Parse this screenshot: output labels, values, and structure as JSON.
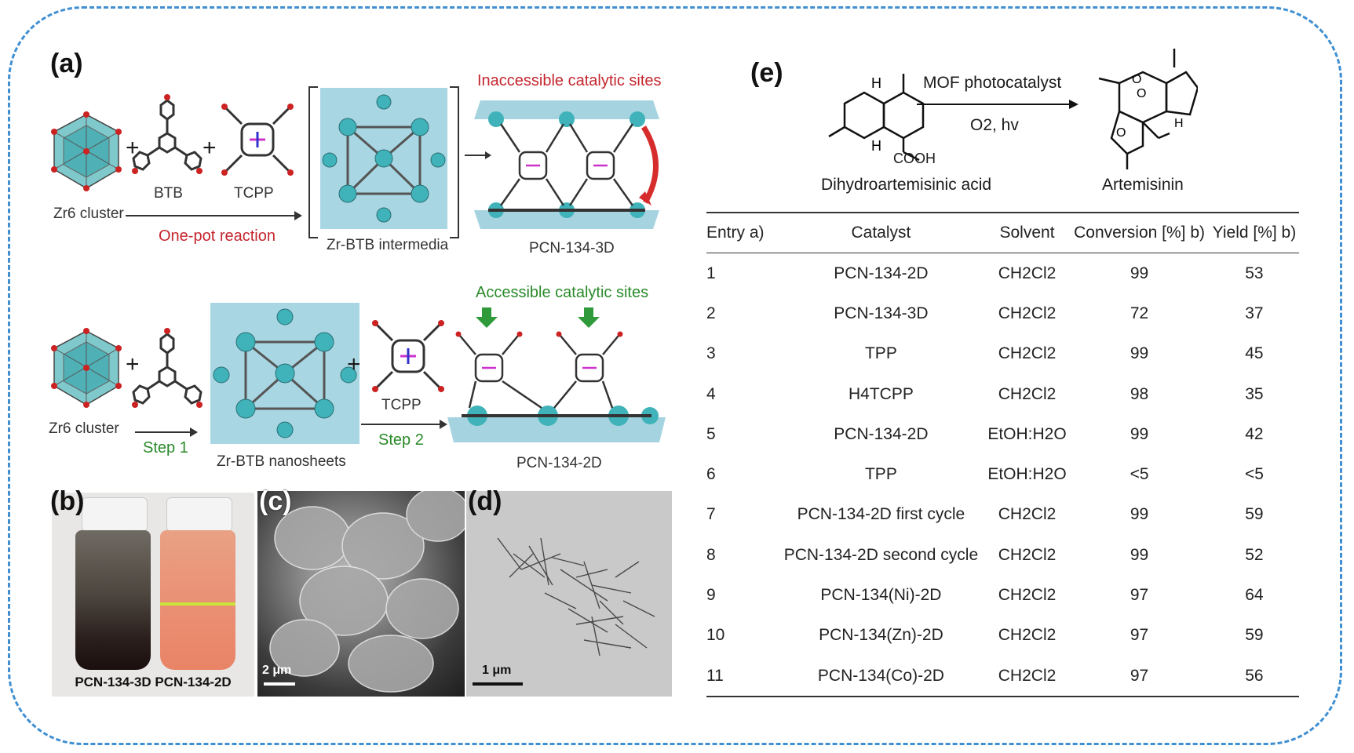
{
  "panel_a": {
    "label": "(a)",
    "row1": {
      "cluster": "Zr6 cluster",
      "btb": "BTB",
      "tcpp": "TCPP",
      "reaction": "One-pot reaction",
      "intermediate": "Zr-BTB intermedia",
      "sites": "Inaccessible catalytic sites",
      "product": "PCN-134-3D"
    },
    "row2": {
      "cluster": "Zr6 cluster",
      "step1": "Step 1",
      "nanosheets": "Zr-BTB nanosheets",
      "tcpp": "TCPP",
      "step2": "Step 2",
      "sites": "Accessible catalytic sites",
      "product": "PCN-134-2D"
    }
  },
  "panel_b": {
    "label": "(b)",
    "caption_3d": "PCN-134-3D",
    "caption_2d": "PCN-134-2D"
  },
  "panel_c": {
    "label": "(c)",
    "scale": "2 μm"
  },
  "panel_d": {
    "label": "(d)",
    "scale": "1 μm"
  },
  "panel_e": {
    "label": "(e)",
    "reactant": "Dihydroartemisinic acid",
    "product": "Artemisinin",
    "reagent_top": "MOF photocatalyst",
    "reagent_bottom": "O2, hv",
    "cooh": "COOH",
    "table": {
      "headers": [
        "Entry a)",
        "Catalyst",
        "Solvent",
        "Conversion [%] b)",
        "Yield [%] b)"
      ],
      "rows": [
        [
          "1",
          "PCN-134-2D",
          "CH2Cl2",
          "99",
          "53"
        ],
        [
          "2",
          "PCN-134-3D",
          "CH2Cl2",
          "72",
          "37"
        ],
        [
          "3",
          "TPP",
          "CH2Cl2",
          "99",
          "45"
        ],
        [
          "4",
          "H4TCPP",
          "CH2Cl2",
          "98",
          "35"
        ],
        [
          "5",
          "PCN-134-2D",
          "EtOH:H2O",
          "99",
          "42"
        ],
        [
          "6",
          "TPP",
          "EtOH:H2O",
          "<5",
          "<5"
        ],
        [
          "7",
          "PCN-134-2D first cycle",
          "CH2Cl2",
          "99",
          "59"
        ],
        [
          "8",
          "PCN-134-2D second cycle",
          "CH2Cl2",
          "99",
          "52"
        ],
        [
          "9",
          "PCN-134(Ni)-2D",
          "CH2Cl2",
          "97",
          "64"
        ],
        [
          "10",
          "PCN-134(Zn)-2D",
          "CH2Cl2",
          "97",
          "59"
        ],
        [
          "11",
          "PCN-134(Co)-2D",
          "CH2Cl2",
          "97",
          "56"
        ]
      ]
    }
  }
}
